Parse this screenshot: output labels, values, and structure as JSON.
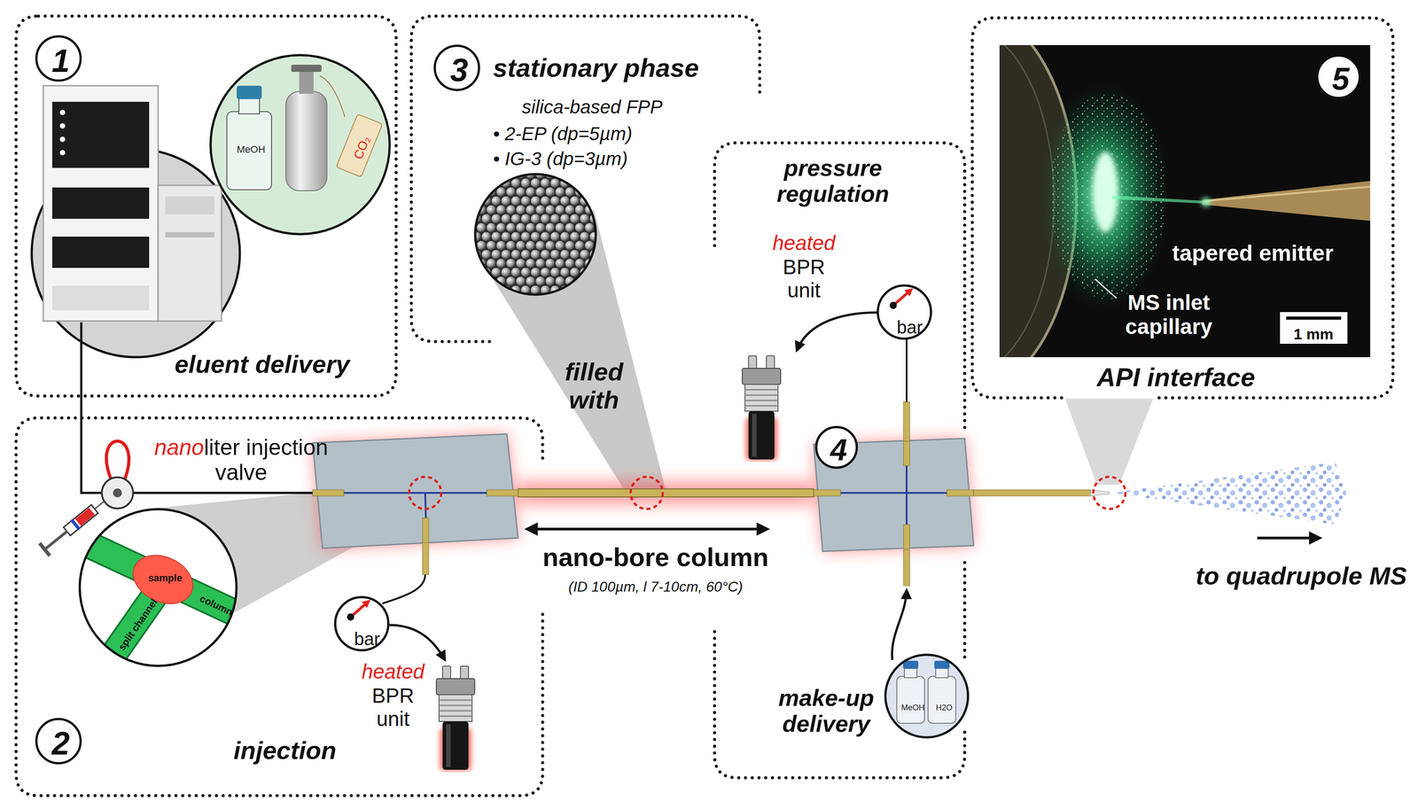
{
  "diagram": {
    "nodes": [
      {
        "text": [
          "eluent delivery"
        ]
      },
      {
        "text": [
          "1"
        ],
        "in": 0
      },
      {
        "text": [
          "MeOH",
          "CO₂"
        ],
        "in": 0
      },
      {
        "text": [
          "stationary phase",
          "silica-based FPP",
          "• 2-EP (dp=5µm)",
          "• IG-3 (dp=3µm)"
        ]
      },
      {
        "text": [
          "3"
        ],
        "in": 3
      },
      {
        "text": [
          "API interface"
        ]
      },
      {
        "text": [
          "tapered emitter",
          "MS inlet capillary"
        ],
        "in": 5
      },
      {
        "text": [
          "5"
        ],
        "in": 6
      },
      {
        "text": [
          "1 mm"
        ],
        "in": 6
      },
      {
        "text": [
          "pressure regulation",
          "make-up delivery"
        ]
      },
      {
        "text": [
          "4"
        ],
        "in": 9
      },
      {
        "text": [
          "bar"
        ],
        "in": 9
      },
      {
        "text": [
          "MeOH",
          "H2O"
        ],
        "in": 9
      },
      {
        "text": [
          "injection"
        ]
      },
      {
        "text": [
          "2"
        ],
        "in": 13
      },
      {
        "text": [
          "bar"
        ],
        "in": 13
      },
      {
        "text": [
          "sample",
          "split channel",
          "column"
        ],
        "in": 13
      }
    ],
    "labels": [
      "filled with",
      "heated",
      "BPR unit",
      "nano",
      "liter injection valve",
      "nano-bore column",
      "(ID 100µm, l 7-10cm, 60°C)",
      "to quadrupole MS",
      "heated",
      "BPR unit"
    ]
  }
}
